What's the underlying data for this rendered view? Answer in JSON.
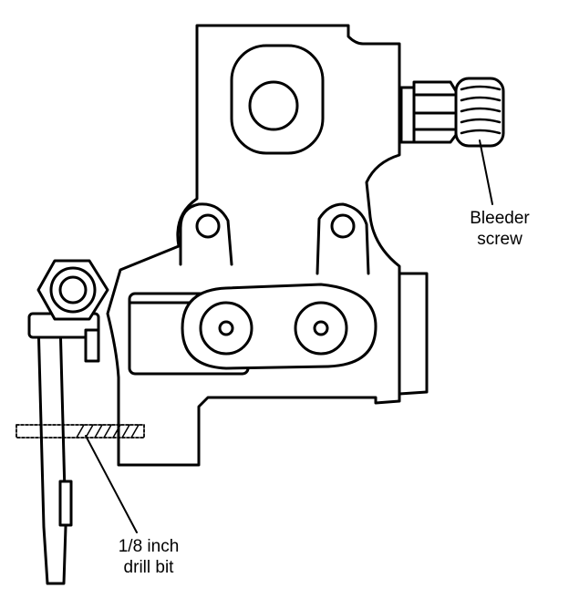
{
  "labels": {
    "bleeder": {
      "line1": "Bleeder",
      "line2": "screw"
    },
    "drill": {
      "line1": "1/8 inch",
      "line2": "drill bit"
    }
  },
  "colors": {
    "ink": "#000000",
    "background": "#ffffff"
  }
}
